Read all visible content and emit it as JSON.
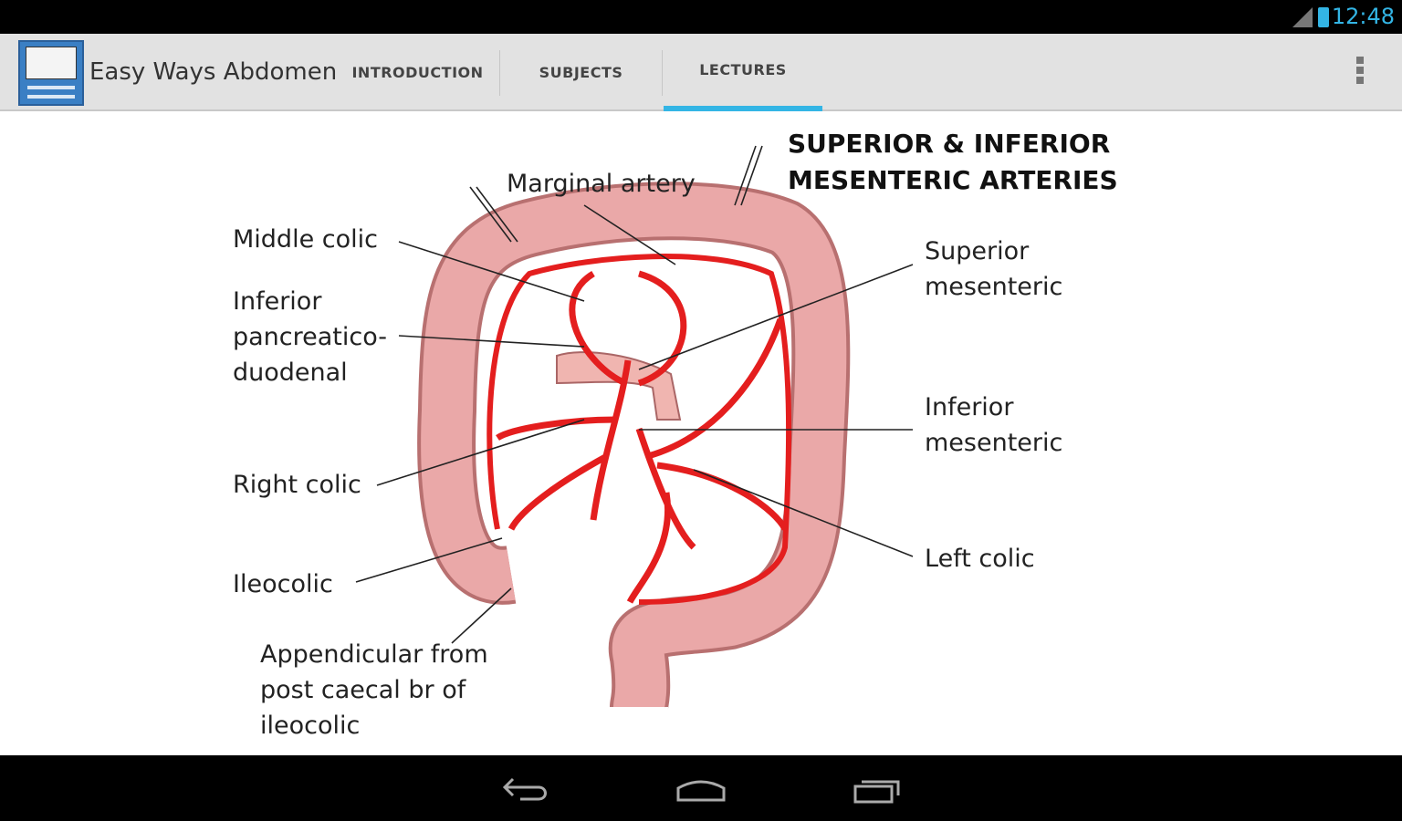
{
  "status": {
    "time": "12:48",
    "signal_icon": "signal-icon",
    "battery_icon": "battery-icon"
  },
  "actionbar": {
    "app_title": "Easy Ways Abdomen",
    "tabs": [
      {
        "label": "INTRODUCTION"
      },
      {
        "label": "SUBJECTS"
      },
      {
        "label": "LECTURES",
        "selected": true
      }
    ],
    "accent": "#33b5e5"
  },
  "diagram": {
    "title": "SUPERIOR & INFERIOR\nMESENTERIC ARTERIES",
    "labels": {
      "marginal": "Marginal artery",
      "middle_colic": "Middle colic",
      "ipd": "Inferior\npancreatico-\nduodenal",
      "right_colic": "Right colic",
      "ileocolic": "Ileocolic",
      "appendicular": "Appendicular from\npost caecal br of\nileocolic",
      "sma": "Superior\nmesenteric",
      "ima": "Inferior\nmesenteric",
      "left_colic": "Left colic"
    },
    "colors": {
      "artery": "#e41e1e",
      "colon": "#eaa8a8"
    }
  },
  "nav": {
    "back": "back-icon",
    "home": "home-icon",
    "recent": "recent-apps-icon"
  }
}
